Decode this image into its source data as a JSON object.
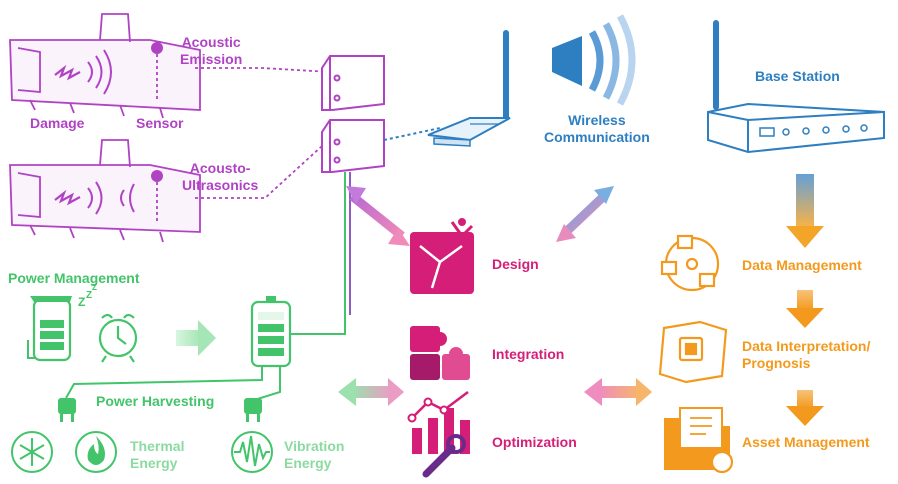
{
  "sensing": {
    "acoustic_emission": [
      "Acoustic",
      "Emission"
    ],
    "damage": "Damage",
    "sensor": "Sensor",
    "acousto_ultrasonics": [
      "Acousto-",
      "Ultrasonics"
    ]
  },
  "communication": {
    "wireless": [
      "Wireless",
      "Communication"
    ],
    "base_station": "Base Station"
  },
  "power": {
    "management": "Power Management",
    "harvesting": "Power Harvesting",
    "thermal": [
      "Thermal",
      "Energy"
    ],
    "vibration": [
      "Vibration",
      "Energy"
    ]
  },
  "core": {
    "design": "Design",
    "integration": "Integration",
    "optimization": "Optimization"
  },
  "data": {
    "management": "Data Management",
    "interpretation": [
      "Data Interpretation/",
      "Prognosis"
    ],
    "asset": "Asset Management"
  },
  "colors": {
    "sensing": "#b043c4",
    "core": "#d41e77",
    "communication": "#2d7fc1",
    "data": "#f39a1e",
    "power": "#43c46a"
  }
}
